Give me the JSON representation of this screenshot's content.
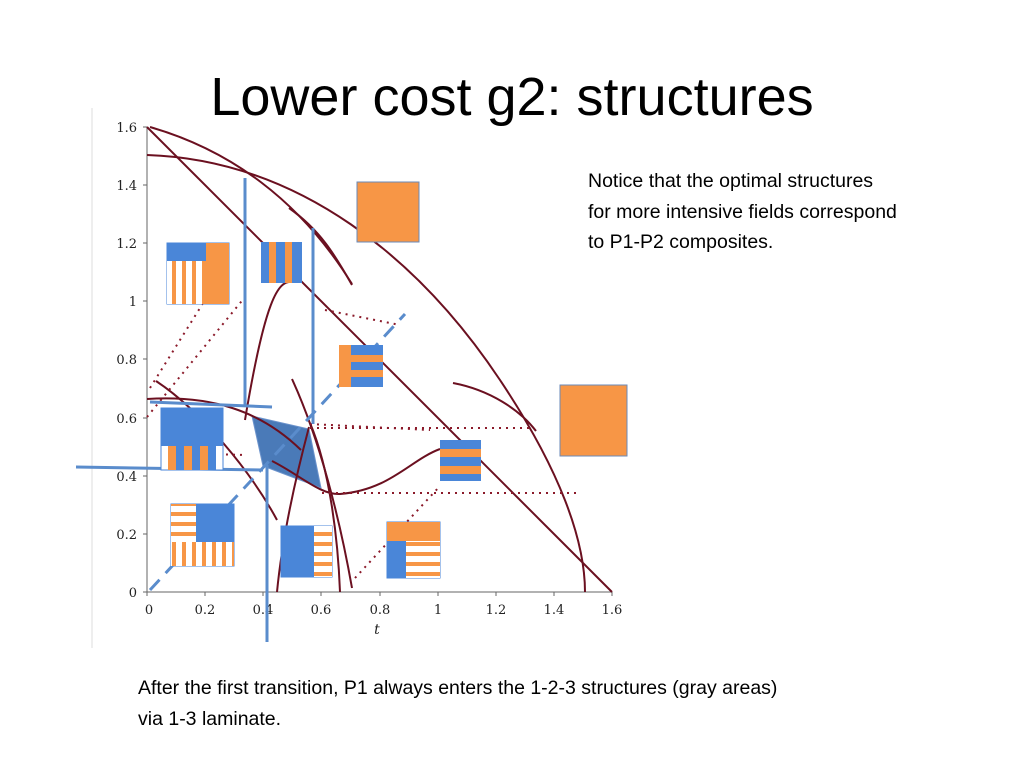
{
  "slide": {
    "title": "Lower cost g2: structures",
    "note_lines": [
      "Notice that the optimal structures",
      "for more intensive fields correspond",
      "to P1-P2 composites."
    ],
    "caption_lines": [
      "After the first transition, P1 always enters the 1-2-3 structures (gray areas)",
      "via 1-3 laminate."
    ]
  },
  "plot": {
    "x_label": "t",
    "x_ticks": [
      "0",
      "0.2",
      "0.4",
      "0.6",
      "0.8",
      "1",
      "1.2",
      "1.4",
      "1.6"
    ],
    "y_ticks": [
      "0",
      "0.2",
      "0.4",
      "0.6",
      "0.8",
      "1",
      "1.2",
      "1.4",
      "1.6"
    ]
  },
  "colors": {
    "curve": "#6b1020",
    "blue": "#4a86d8",
    "blue_line": "#5a8ccc",
    "orange": "#f79646",
    "region": "#4a7ab8"
  }
}
